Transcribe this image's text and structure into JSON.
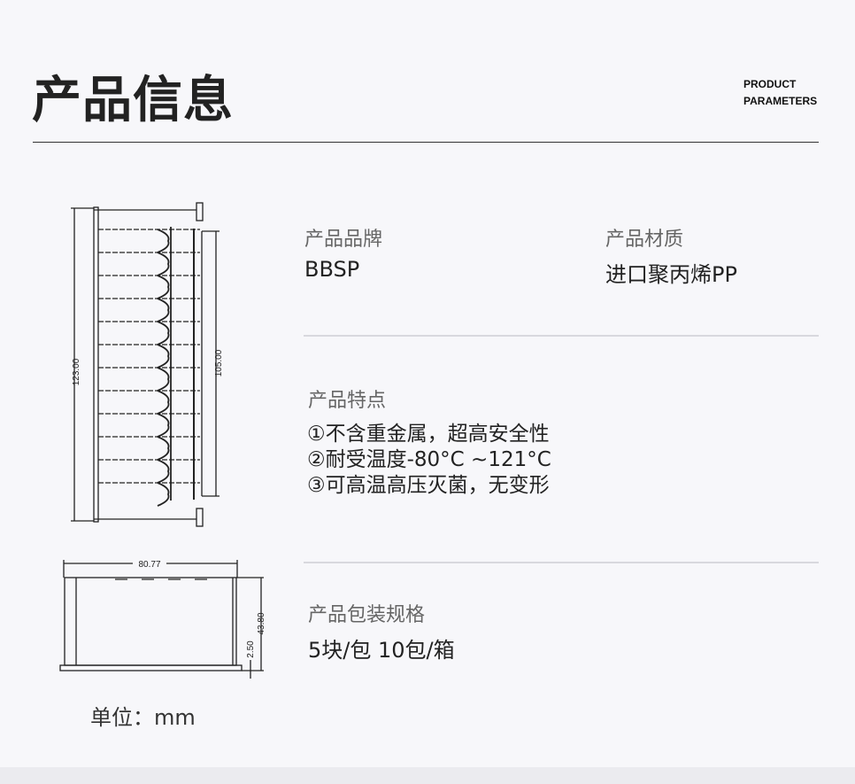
{
  "header": {
    "title": "产品信息",
    "subtitle_line1": "PRODUCT",
    "subtitle_line2": "PARAMETERS"
  },
  "brand": {
    "label": "产品品牌",
    "value": "BBSP"
  },
  "material": {
    "label": "产品材质",
    "value": "进口聚丙烯PP"
  },
  "features": {
    "label": "产品特点",
    "items": [
      "①不含重金属，超高安全性",
      "②耐受温度-80°C ~121°C",
      "③可高温高压灭菌，无变形"
    ]
  },
  "packaging": {
    "label": "产品包装规格",
    "value": "5块/包 10包/箱"
  },
  "diagram": {
    "dim_length": "123.00",
    "dim_inner": "105.00",
    "dim_width": "80.77",
    "dim_height": "43.80",
    "dim_base": "2.50",
    "unit": "单位：mm"
  }
}
